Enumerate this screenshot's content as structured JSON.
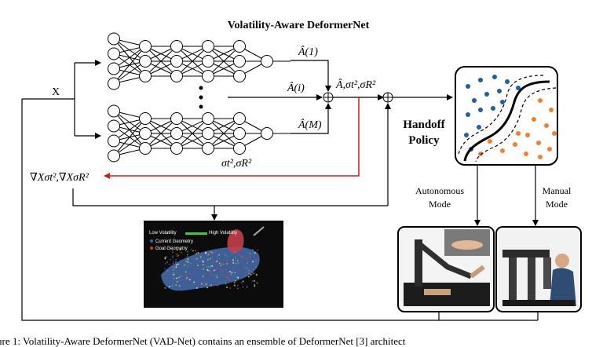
{
  "diagram": {
    "title": "Volatility-Aware DeformerNet",
    "input_label": "X",
    "net_output_top": "Â(1)",
    "net_output_mid": "Â(i)",
    "net_output_bottom": "Â(M)",
    "ensemble_output": "Â,σt²,σR²",
    "variance_label": "σt²,σR²",
    "gradient_label": "∇Xσt²,∇XσR²",
    "handoff_label_line1": "Handoff",
    "handoff_label_line2": "Policy",
    "autonomous_line1": "Autonomous",
    "autonomous_line2": "Mode",
    "manual_line1": "Manual",
    "manual_line2": "Mode",
    "colors": {
      "arrow": "#000000",
      "gradient_arrow": "#d11a1a",
      "blue_points": "#1f5fa8",
      "orange_points": "#f08030"
    }
  },
  "inset": {
    "legend_low": "Low Volatility",
    "legend_high": "High Volatility",
    "legend_current": "Current Geometry",
    "legend_goal": "Goal Geometry"
  },
  "caption": {
    "text": "ure 1: Volatility-Aware DeformerNet (VAD-Net) contains an ensemble of DeformerNet [3] architect"
  }
}
